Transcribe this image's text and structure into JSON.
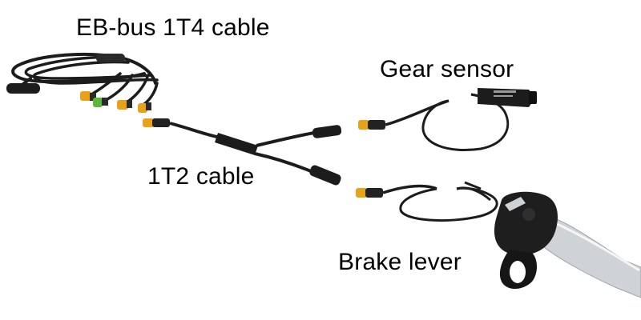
{
  "labels": {
    "eb_bus_1t4": "EB-bus 1T4 cable",
    "gear_sensor": "Gear sensor",
    "t2_cable": "1T2 cable",
    "brake_lever": "Brake lever"
  },
  "colors": {
    "background": "#ffffff",
    "cable": "#1c1c1c",
    "connector_orange": "#e8a21a",
    "connector_green": "#5bb83a",
    "lever_silver": "#cfd2d6",
    "label_text": "#000000"
  },
  "icons": {
    "eb_bus_1t4_cable": "eb-bus-1t4-cable-icon",
    "t2_cable": "1t2-splitter-cable-icon",
    "gear_sensor": "gear-sensor-icon",
    "brake_lever": "brake-lever-icon"
  }
}
